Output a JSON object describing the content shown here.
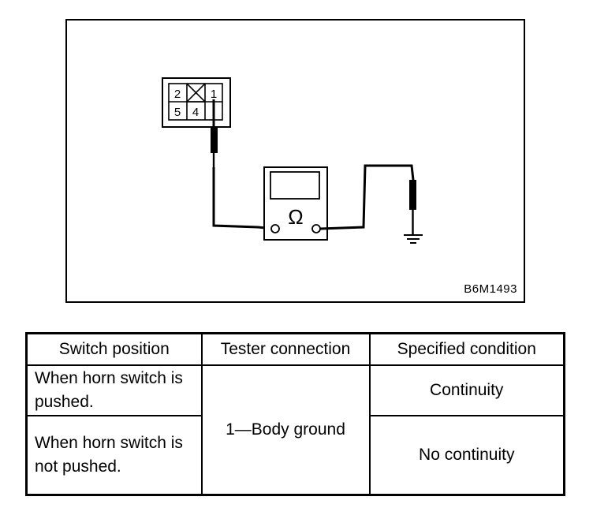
{
  "figure": {
    "code": "B6M1493",
    "connector_pins": [
      "2",
      "1",
      "5",
      "4"
    ],
    "meter_symbol": "Ω"
  },
  "table": {
    "headers": [
      "Switch position",
      "Tester connection",
      "Specified condition"
    ],
    "rows": [
      {
        "switch_position": "When horn switch is pushed.",
        "specified_condition": "Continuity"
      },
      {
        "switch_position": "When horn switch is not pushed.",
        "specified_condition": "No continuity"
      }
    ],
    "tester_connection": "1—Body ground"
  }
}
